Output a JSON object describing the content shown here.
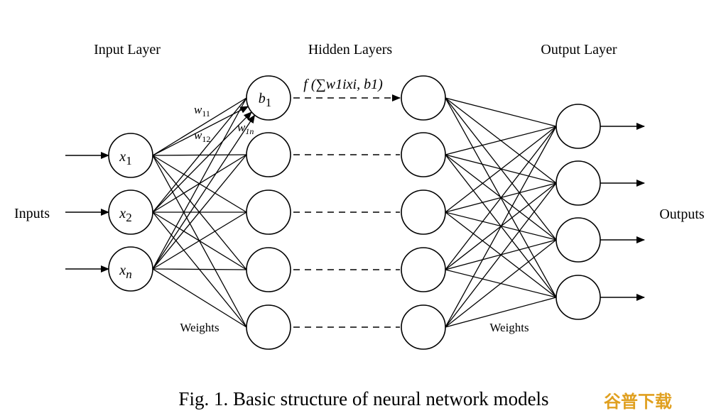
{
  "layer_titles": {
    "input": "Input Layer",
    "hidden": "Hidden Layers",
    "output": "Output Layer"
  },
  "side_labels": {
    "inputs": "Inputs",
    "outputs": "Outputs"
  },
  "input_nodes": [
    {
      "base": "x",
      "sub": "1"
    },
    {
      "base": "x",
      "sub": "2"
    },
    {
      "base": "x",
      "sub": "n"
    }
  ],
  "hidden_first_node": {
    "base": "b",
    "sub": "1"
  },
  "weight_labels": [
    {
      "base": "w",
      "sub": "11"
    },
    {
      "base": "w",
      "sub": "12"
    },
    {
      "base": "w",
      "sub": "1n"
    }
  ],
  "function_label": "f (∑w1ixi, b1)",
  "weights_labels": [
    "Weights",
    "Weights"
  ],
  "caption": "Fig. 1.  Basic structure of neural network models",
  "watermark": "谷普下载"
}
